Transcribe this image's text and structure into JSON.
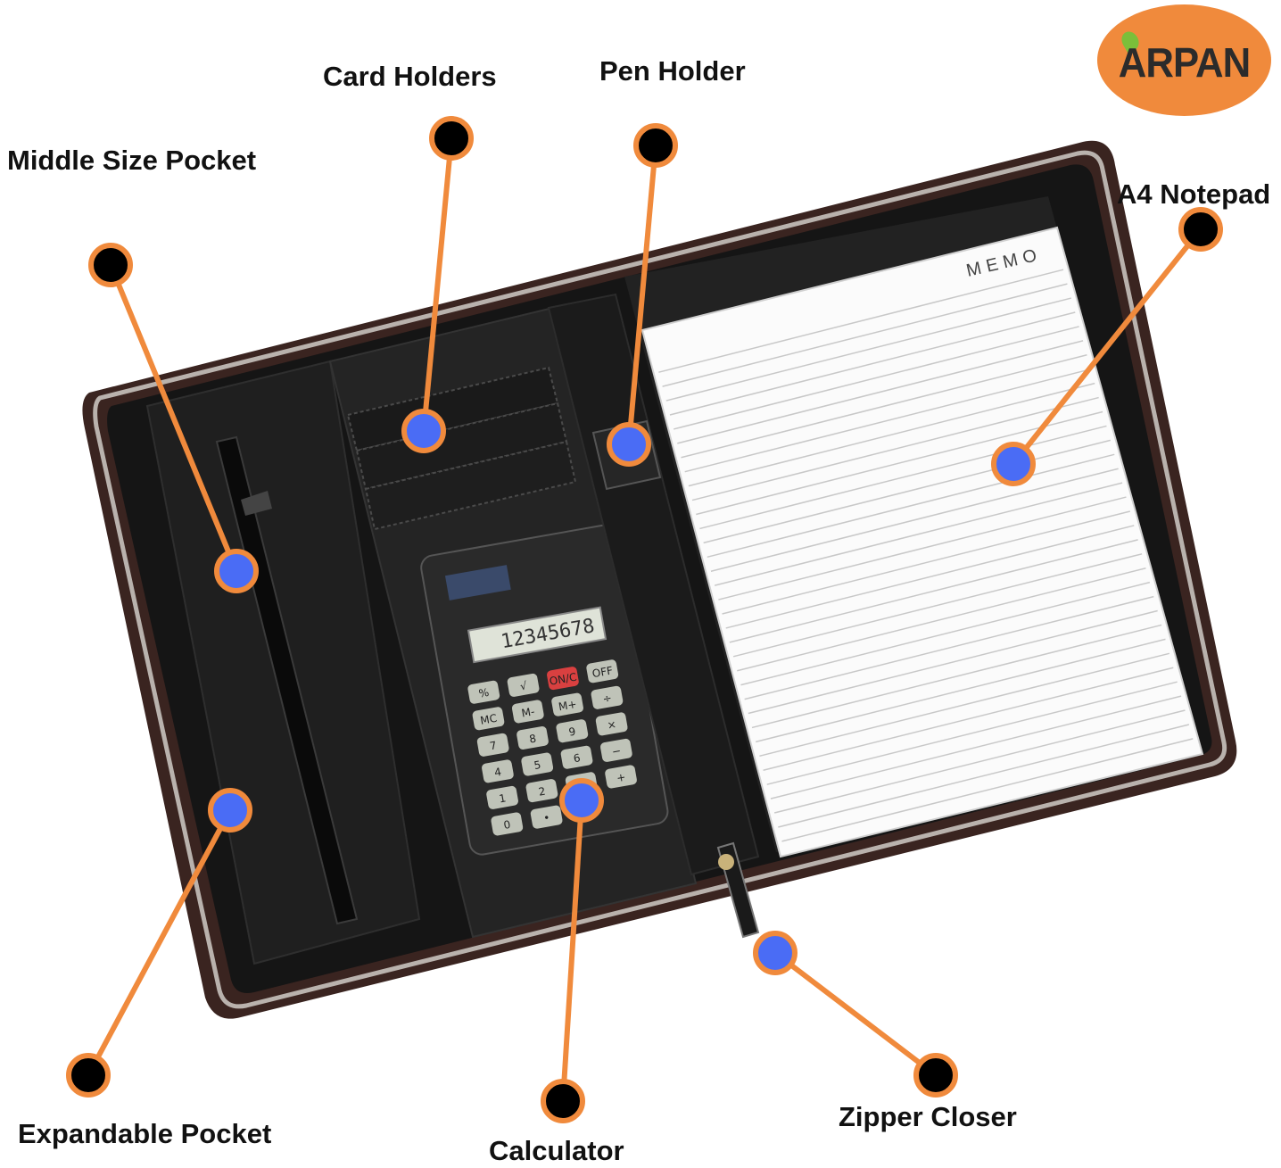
{
  "brand": {
    "logo_text": "ARPAN",
    "logo_color": "#f08a3c"
  },
  "memo_header": "MEMO",
  "calculator_display": "12345678",
  "calculator_keys": [
    "%",
    "√",
    "ON/C",
    "OFF",
    "MC",
    "M-",
    "M+",
    "÷",
    "7",
    "8",
    "9",
    "×",
    "4",
    "5",
    "6",
    "−",
    "1",
    "2",
    "3",
    "+",
    "0",
    "•"
  ],
  "callouts": {
    "card_holders": "Card Holders",
    "pen_holder": "Pen Holder",
    "middle_size_pocket": "Middle Size Pocket",
    "a4_notepad": "A4 Notepad",
    "expandable_pocket": "Expandable Pocket",
    "calculator": "Calculator",
    "zipper_closer": "Zipper Closer"
  },
  "colors": {
    "callout_line": "#f08a3c",
    "marker_dot": "#4a6cf5",
    "end_dot": "#000000"
  }
}
